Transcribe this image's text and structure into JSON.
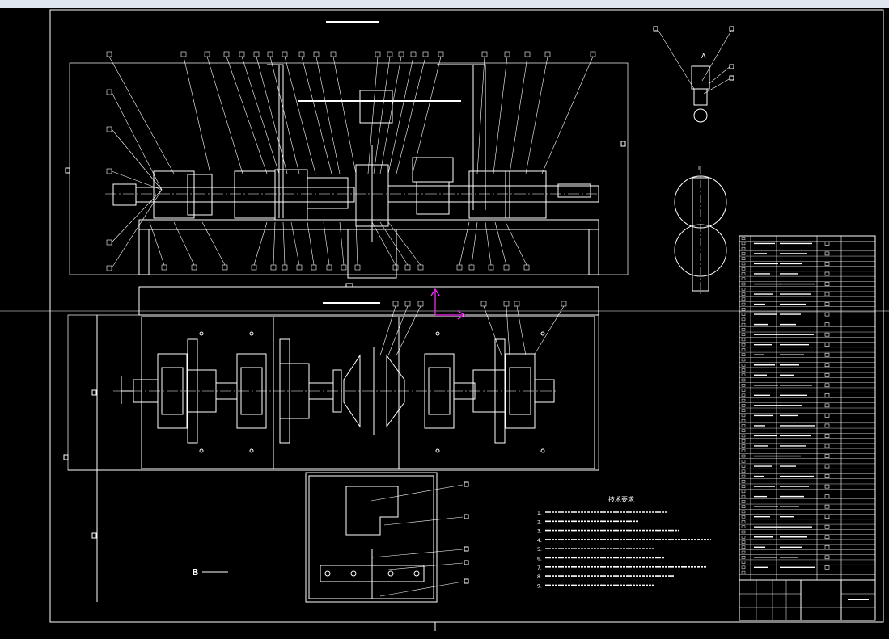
{
  "window": {
    "title_bar_color": "#dfe6f0"
  },
  "drawing": {
    "background": "#000000",
    "line_color": "#ffffff",
    "accent_color": "#ff33ff",
    "view_labels": {
      "detail_a": "A",
      "detail_b": "B",
      "section": "I"
    },
    "notes_heading": "技术要求",
    "notes_lines": [
      "1.",
      "2.",
      "3.",
      "4.",
      "5.",
      "6.",
      "7.",
      "8.",
      "9."
    ],
    "leader_tag_count": 64,
    "parts_table_rows": 68
  }
}
